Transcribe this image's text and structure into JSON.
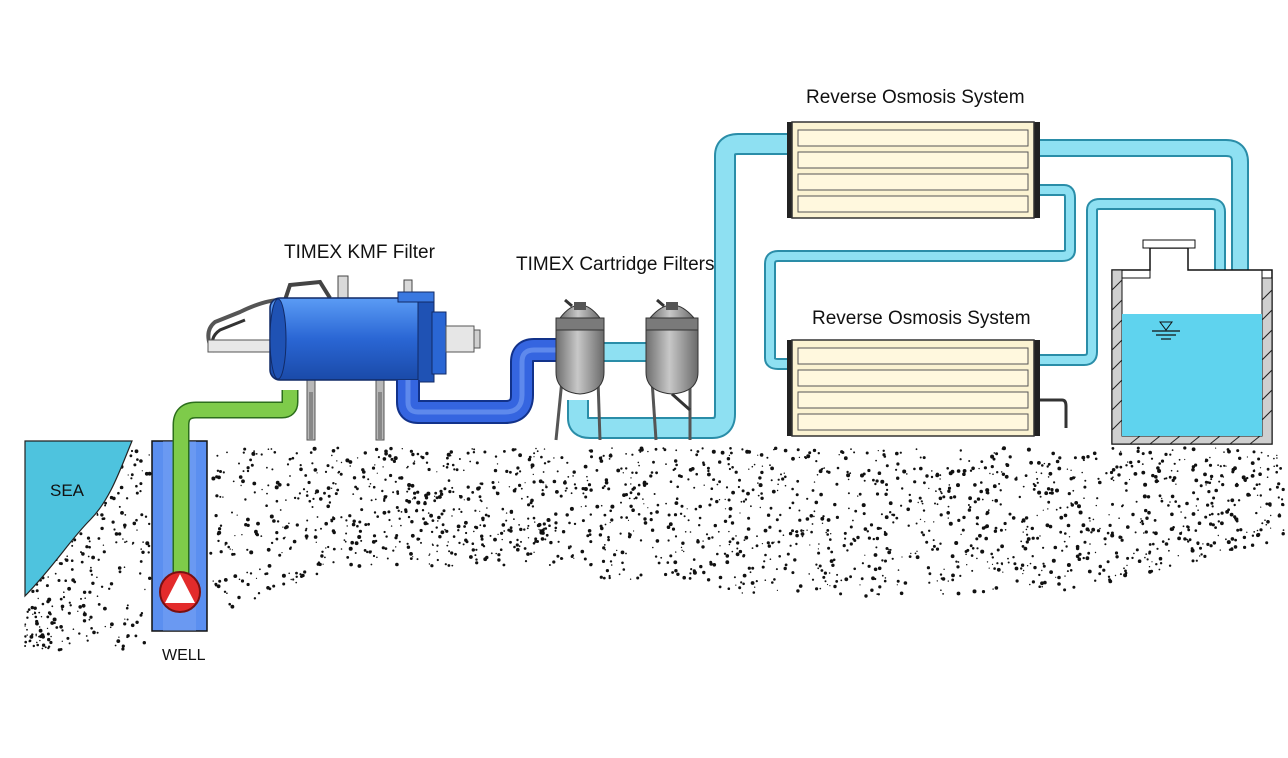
{
  "labels": {
    "sea": "SEA",
    "well": "WELL",
    "kmf_filter": "TIMEX KMF Filter",
    "cartridge_filters": "TIMEX Cartridge Filters",
    "ro_system_top": "Reverse Osmosis System",
    "ro_system_bottom": "Reverse Osmosis System"
  },
  "colors": {
    "sea": "#4ec3de",
    "well_shaft": "#5b8ff0",
    "feed_pipe": "#7ecb4a",
    "filter_pipe": "#3565e0",
    "permeate_pipe": "#8ee0f2",
    "kmf_vessel": "#2a66d4",
    "cartridge_vessel": "#9b9b9b",
    "ro_membrane": "#fbf3d2",
    "tank_water": "#5fd3ee",
    "pump": "#e32b2b",
    "ground_dots": "#111111"
  }
}
